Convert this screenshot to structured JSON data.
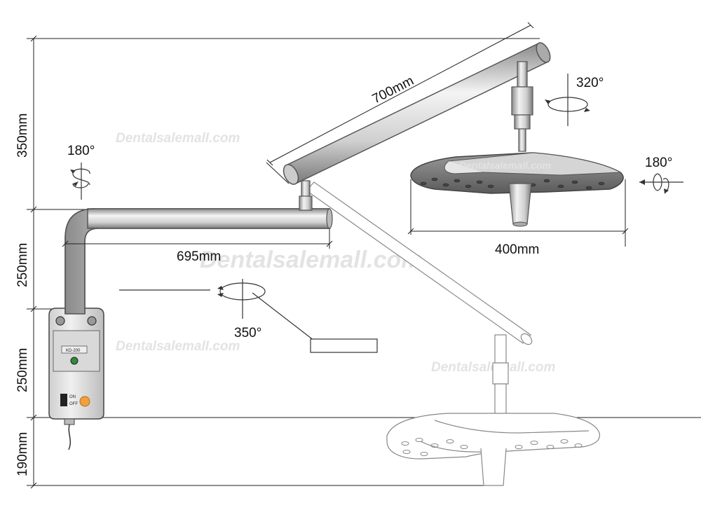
{
  "dimensions": {
    "height_upper": "350mm",
    "height_middle": "250mm",
    "height_lower": "250mm",
    "height_bottom": "190mm",
    "arm_upper_length": "700mm",
    "arm_lower_length": "695mm",
    "head_width": "400mm"
  },
  "rotations": {
    "wall_arm": "180°",
    "head_vertical": "320°",
    "head_tilt": "180°",
    "joint": "350°"
  },
  "device": {
    "model": "KD-200",
    "switch_on": "ON",
    "switch_off": "OFF"
  },
  "watermarks": {
    "small_top": "Dentalsalemall.com",
    "large_center": "Dentalsalemall.com",
    "small_mid": "Dentalsalemall.com",
    "small_right": "Dentalsalemall.com",
    "small_head": "Dentalsalemall.com"
  }
}
